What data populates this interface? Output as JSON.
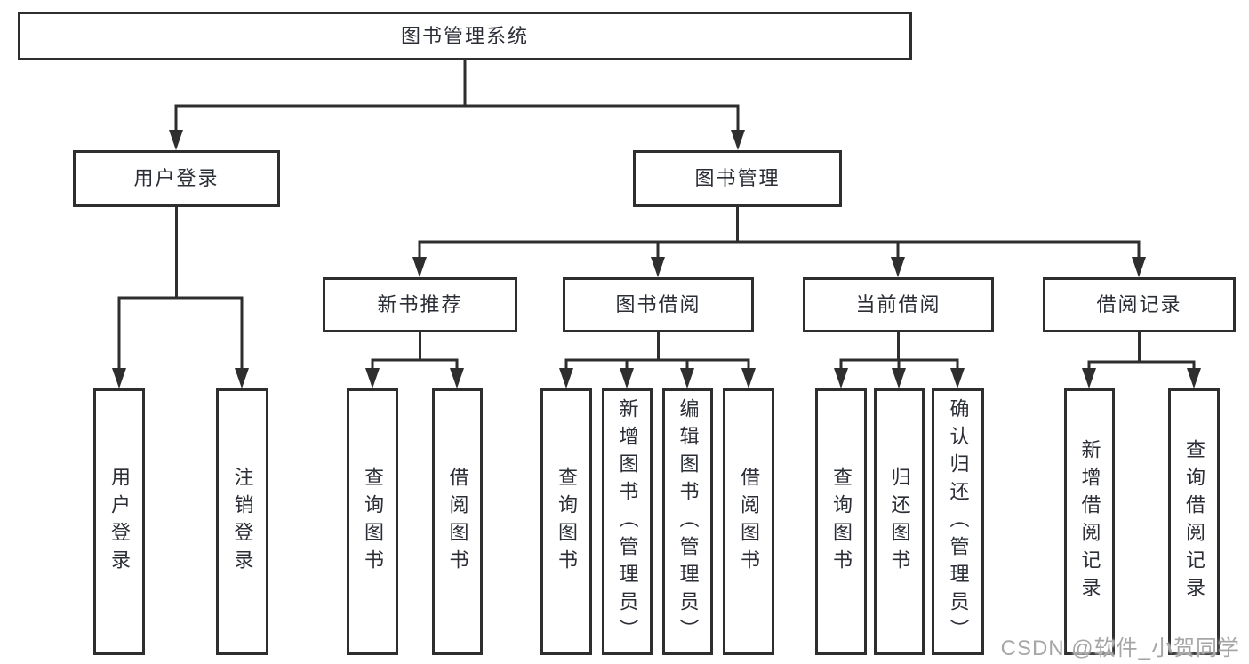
{
  "diagram": {
    "type": "tree",
    "nodes": {
      "root": "图书管理系统",
      "user_login": "用户登录",
      "book_mgmt": "图书管理",
      "new_book_rec": "新书推荐",
      "book_borrow": "图书借阅",
      "current_borrow": "当前借阅",
      "borrow_record": "借阅记录",
      "ul_user_login": "用户登录",
      "ul_logout": "注销登录",
      "nbr_query_book": "查询图书",
      "nbr_borrow_book": "借阅图书",
      "bb_query_book": "查询图书",
      "bb_add_book_admin": "新增图书（管理员）",
      "bb_edit_book_admin": "编辑图书（管理员）",
      "bb_borrow_book": "借阅图书",
      "cb_query_book": "查询图书",
      "cb_return_book": "归还图书",
      "cb_confirm_return_admin": "确认归还（管理员）",
      "br_add_record": "新增借阅记录",
      "br_query_record": "查询借阅记录"
    },
    "hierarchy": {
      "图书管理系统": {
        "用户登录": [
          "用户登录",
          "注销登录"
        ],
        "图书管理": {
          "新书推荐": [
            "查询图书",
            "借阅图书"
          ],
          "图书借阅": [
            "查询图书",
            "新增图书（管理员）",
            "编辑图书（管理员）",
            "借阅图书"
          ],
          "当前借阅": [
            "查询图书",
            "归还图书",
            "确认归还（管理员）"
          ],
          "借阅记录": [
            "新增借阅记录",
            "查询借阅记录"
          ]
        }
      }
    },
    "colors": {
      "line": "#2e2e2e",
      "text": "#2b2e36",
      "box_background": "#ffffff",
      "page_background": "#ffffff"
    }
  },
  "watermark": {
    "text": "CSDN @软件_小贺同学",
    "color": "#a6a6a6"
  }
}
